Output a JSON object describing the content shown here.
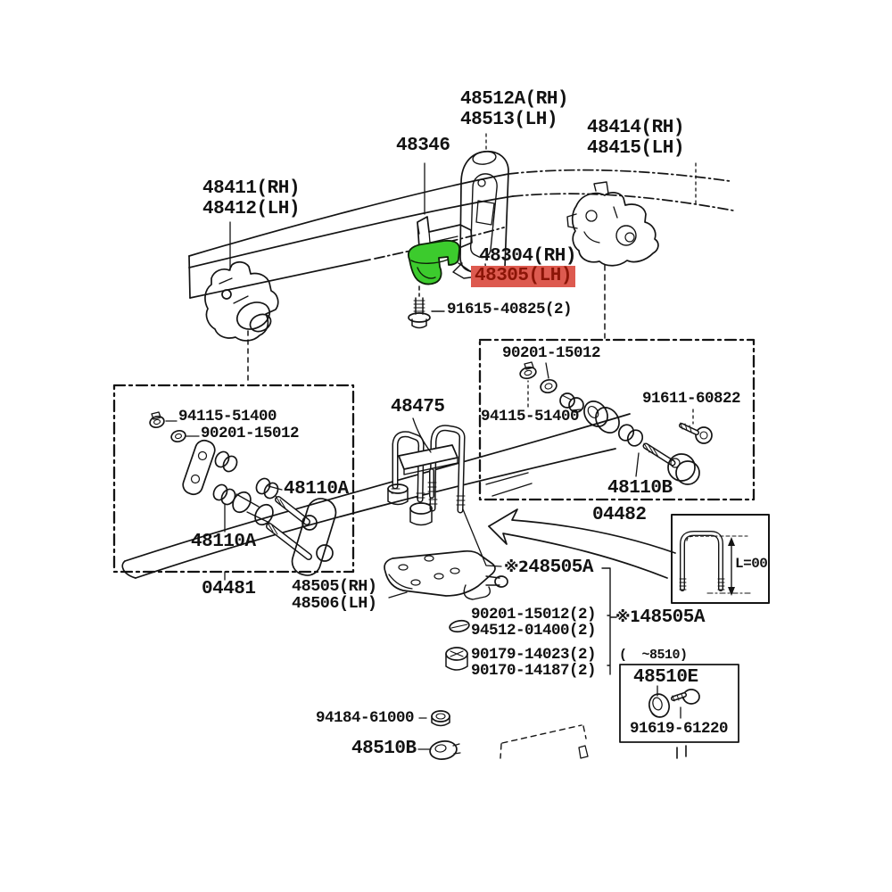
{
  "diagram": {
    "kind": "toyota-suspension-parts-diagram",
    "colors": {
      "line": "#141414",
      "selected_label_bg": "#dd5a4f",
      "selected_label_text": "#8c1507",
      "highlight_part_fill": "#3ccb2d"
    },
    "labels": {
      "center_bracket_rh": "48512A(RH)",
      "center_bracket_lh": "48513(LH)",
      "spacer_48346": "48346",
      "rear_bracket_rh": "48414(RH)",
      "rear_bracket_lh": "48415(LH)",
      "front_bracket_rh": "48411(RH)",
      "front_bracket_lh": "48412(LH)",
      "bumper_rh": "48304(RH)",
      "bumper_lh_selected": "48305(LH)",
      "bolt_91615": "91615-40825(2)",
      "nut_90201_rear": "90201-15012",
      "bolt_94115_rear": "94115-51400",
      "pin_91611": "91611-60822",
      "bushing_48110b": "48110B",
      "spring_assy_04482": "04482",
      "bolt_94115_front": "94115-51400",
      "nut_90201_front": "90201-15012",
      "bushing_48110a_upper": "48110A",
      "bushing_48110a_lower": "48110A",
      "ubolt_48475": "48475",
      "shackle_kit_04481": "04481",
      "seat_rh": "48505(RH)",
      "seat_lh": "48506(LH)",
      "ref2_mark": "※2",
      "seat_48505a": "48505A",
      "nut_90201_qty2": "90201-15012(2)",
      "washer_94512": "94512-01400(2)",
      "nut_90179": "90179-14023(2)",
      "nut_90170": "90170-14187(2)",
      "ref1_mark": "※1",
      "plate_48505a": "48505A",
      "date_range": "(  ~8510)",
      "grommet_48510e": "48510E",
      "bolt_91619": "91619-61220",
      "nut_94184": "94184-61000",
      "washer_48510b": "48510B",
      "ubolt_length_dim": "L=00"
    }
  }
}
